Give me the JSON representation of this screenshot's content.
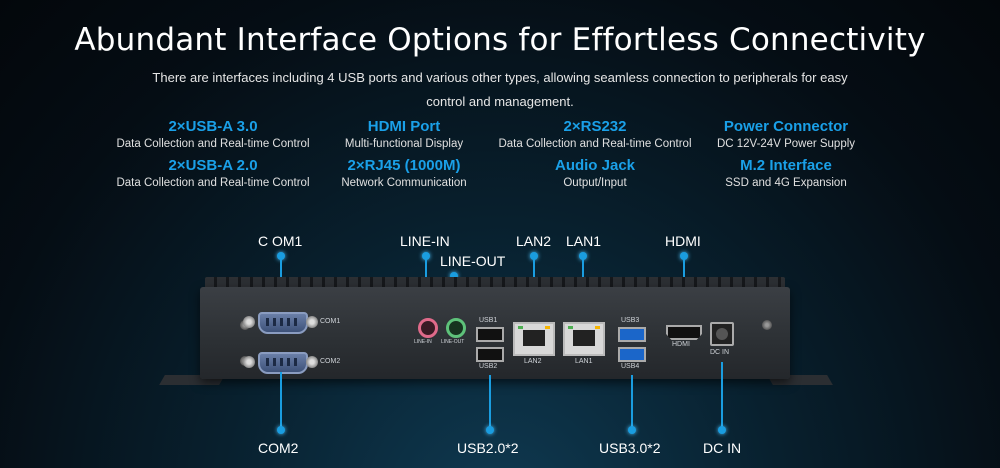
{
  "title": "Abundant Interface Options for Effortless Connectivity",
  "subtitle": "There are interfaces including 4 USB ports and various other types, allowing seamless connection to peripherals for easy control and management.",
  "features": [
    {
      "title": "2×USB-A 3.0",
      "desc": "Data Collection and Real-time Control"
    },
    {
      "title": "HDMI Port",
      "desc": "Multi-functional Display"
    },
    {
      "title": "2×RS232",
      "desc": "Data Collection and Real-time Control"
    },
    {
      "title": "Power Connector",
      "desc": "DC 12V-24V Power Supply"
    },
    {
      "title": "2×USB-A 2.0",
      "desc": "Data Collection and Real-time Control"
    },
    {
      "title": "2×RJ45 (1000M)",
      "desc": "Network Communication"
    },
    {
      "title": "Audio Jack",
      "desc": "Output/Input"
    },
    {
      "title": "M.2 Interface",
      "desc": "SSD and 4G Expansion"
    }
  ],
  "callouts": {
    "com1": "C OM1",
    "line_in": "LINE-IN",
    "line_out": "LINE-OUT",
    "lan2": "LAN2",
    "lan1": "LAN1",
    "hdmi": "HDMI",
    "com2": "COM2",
    "usb2": "USB2.0*2",
    "usb3": "USB3.0*2",
    "dc_in": "DC IN"
  },
  "port_labels": {
    "com1": "COM1",
    "com2": "COM2",
    "line_in": "LINE-IN",
    "line_out": "LINE-OUT",
    "usb1": "USB1",
    "usb2": "USB2",
    "lan2": "LAN2",
    "lan1": "LAN1",
    "usb3": "USB3",
    "usb4": "USB4",
    "hdmi": "HDMI",
    "dc_in": "DC IN"
  },
  "colors": {
    "accent": "#1aa0e8",
    "line_in_jack": "#e06a8a",
    "line_out_jack": "#5ec27a"
  }
}
